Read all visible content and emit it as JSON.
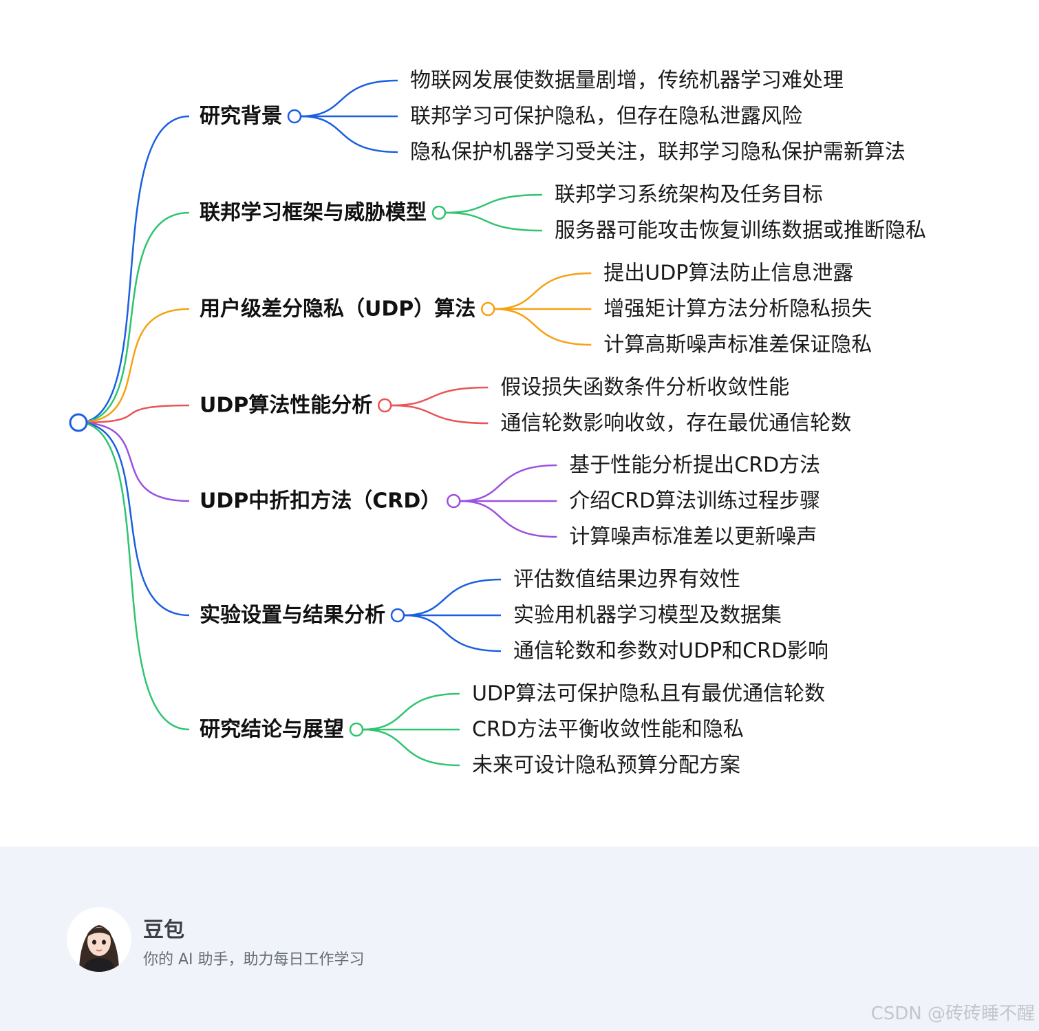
{
  "colors": {
    "root": "#1a5fe0",
    "blue": "#1a5fe0",
    "green": "#2fc46f",
    "orange": "#f5a111",
    "red": "#ea5455",
    "purple": "#9b51e0"
  },
  "branches": [
    {
      "label": "研究背景",
      "color": "blue",
      "children": [
        "物联网发展使数据量剧增，传统机器学习难处理",
        "联邦学习可保护隐私，但存在隐私泄露风险",
        "隐私保护机器学习受关注，联邦学习隐私保护需新算法"
      ]
    },
    {
      "label": "联邦学习框架与威胁模型",
      "color": "green",
      "children": [
        "联邦学习系统架构及任务目标",
        "服务器可能攻击恢复训练数据或推断隐私"
      ]
    },
    {
      "label": "用户级差分隐私（UDP）算法",
      "color": "orange",
      "children": [
        "提出UDP算法防止信息泄露",
        "增强矩计算方法分析隐私损失",
        "计算高斯噪声标准差保证隐私"
      ]
    },
    {
      "label": "UDP算法性能分析",
      "color": "red",
      "children": [
        "假设损失函数条件分析收敛性能",
        "通信轮数影响收敛，存在最优通信轮数"
      ]
    },
    {
      "label": "UDP中折扣方法（CRD）",
      "color": "purple",
      "children": [
        "基于性能分析提出CRD方法",
        "介绍CRD算法训练过程步骤",
        "计算噪声标准差以更新噪声"
      ]
    },
    {
      "label": "实验设置与结果分析",
      "color": "blue",
      "children": [
        "评估数值结果边界有效性",
        "实验用机器学习模型及数据集",
        "通信轮数和参数对UDP和CRD影响"
      ]
    },
    {
      "label": "研究结论与展望",
      "color": "green",
      "children": [
        "UDP算法可保护隐私且有最优通信轮数",
        "CRD方法平衡收敛性能和隐私",
        "未来可设计隐私预算分配方案"
      ]
    }
  ],
  "footer": {
    "brand": "豆包",
    "tagline": "你的 AI 助手，助力每日工作学习",
    "avatar_icon": "avatar-icon"
  },
  "watermark": "CSDN @砖砖睡不醒"
}
